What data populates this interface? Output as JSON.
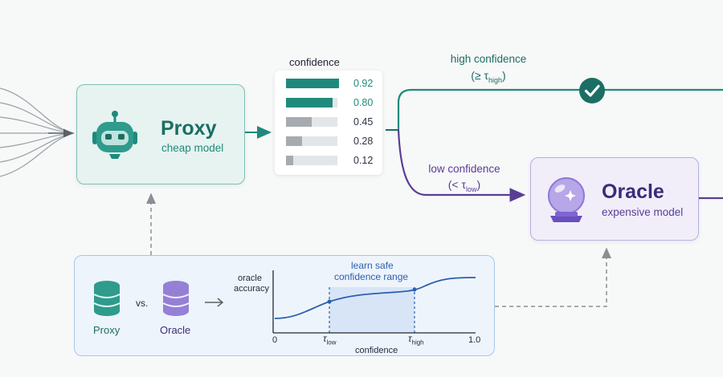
{
  "proxy": {
    "title": "Proxy",
    "subtitle": "cheap model"
  },
  "oracle": {
    "title": "Oracle",
    "subtitle": "expensive model"
  },
  "confidence": {
    "header": "confidence",
    "rows": [
      {
        "value": 0.92,
        "label": "0.92",
        "high": true
      },
      {
        "value": 0.8,
        "label": "0.80",
        "high": true
      },
      {
        "value": 0.45,
        "label": "0.45",
        "high": false
      },
      {
        "value": 0.28,
        "label": "0.28",
        "high": false
      },
      {
        "value": 0.12,
        "label": "0.12",
        "high": false
      }
    ]
  },
  "branches": {
    "high_label": "high confidence",
    "high_threshold": "(≥ τ",
    "high_sub": "high",
    "low_label": "low confidence",
    "low_threshold": "(< τ",
    "low_sub": "low",
    "close_paren": ")"
  },
  "learn": {
    "proxy_label": "Proxy",
    "oracle_label": "Oracle",
    "vs": "vs.",
    "annotation_line1": "learn safe",
    "annotation_line2": "confidence range",
    "ylabel_line1": "oracle",
    "ylabel_line2": "accuracy",
    "xlabel": "confidence",
    "x_min": "0",
    "x_max": "1.0",
    "tau": "τ",
    "tau_low_sub": "low",
    "tau_high_sub": "high"
  },
  "colors": {
    "teal": "#1f8a7c",
    "teal_dark": "#1b6e63",
    "purple": "#5a3d96",
    "grey_bar": "#a6abb0",
    "blue": "#2b5fae"
  },
  "icons": {
    "proxy": "robot-icon",
    "oracle": "crystal-ball-icon",
    "check": "check-icon",
    "proxy_db": "database-icon",
    "oracle_db": "database-icon"
  }
}
